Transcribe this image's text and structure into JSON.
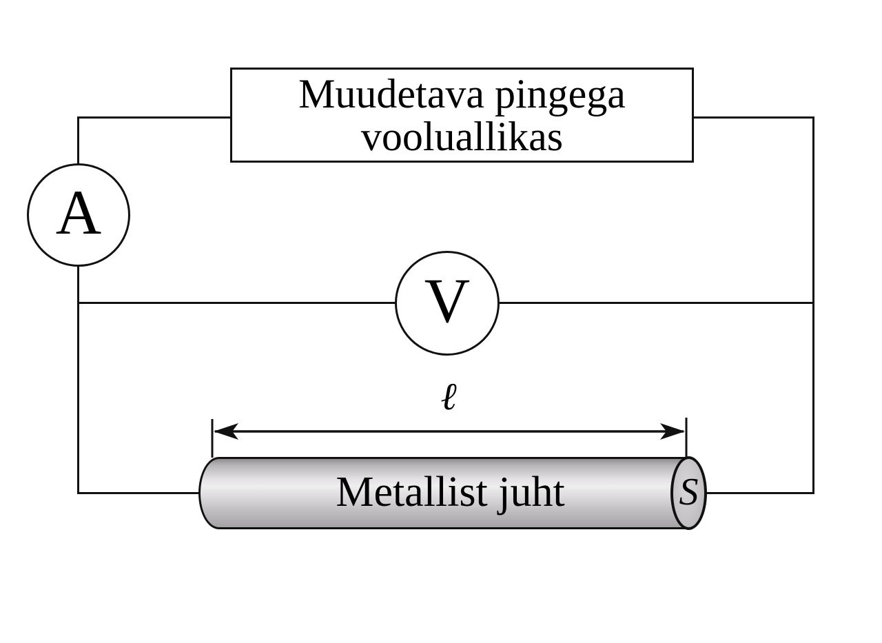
{
  "diagram": {
    "background_color": "#ffffff",
    "stroke_color": "#111111",
    "source_box": {
      "line1": "Muudetava pingega",
      "line2": "vooluallikas"
    },
    "ammeter": {
      "label": "A"
    },
    "voltmeter": {
      "label": "V"
    },
    "length_marker": {
      "label": "ℓ"
    },
    "conductor": {
      "label": "Metallist juht",
      "cross_section_label": "S",
      "body_highlight_color": "#efeeef",
      "body_shadow_color": "#a5a2a5",
      "cross_section_fill": "#c7c4c7"
    }
  }
}
